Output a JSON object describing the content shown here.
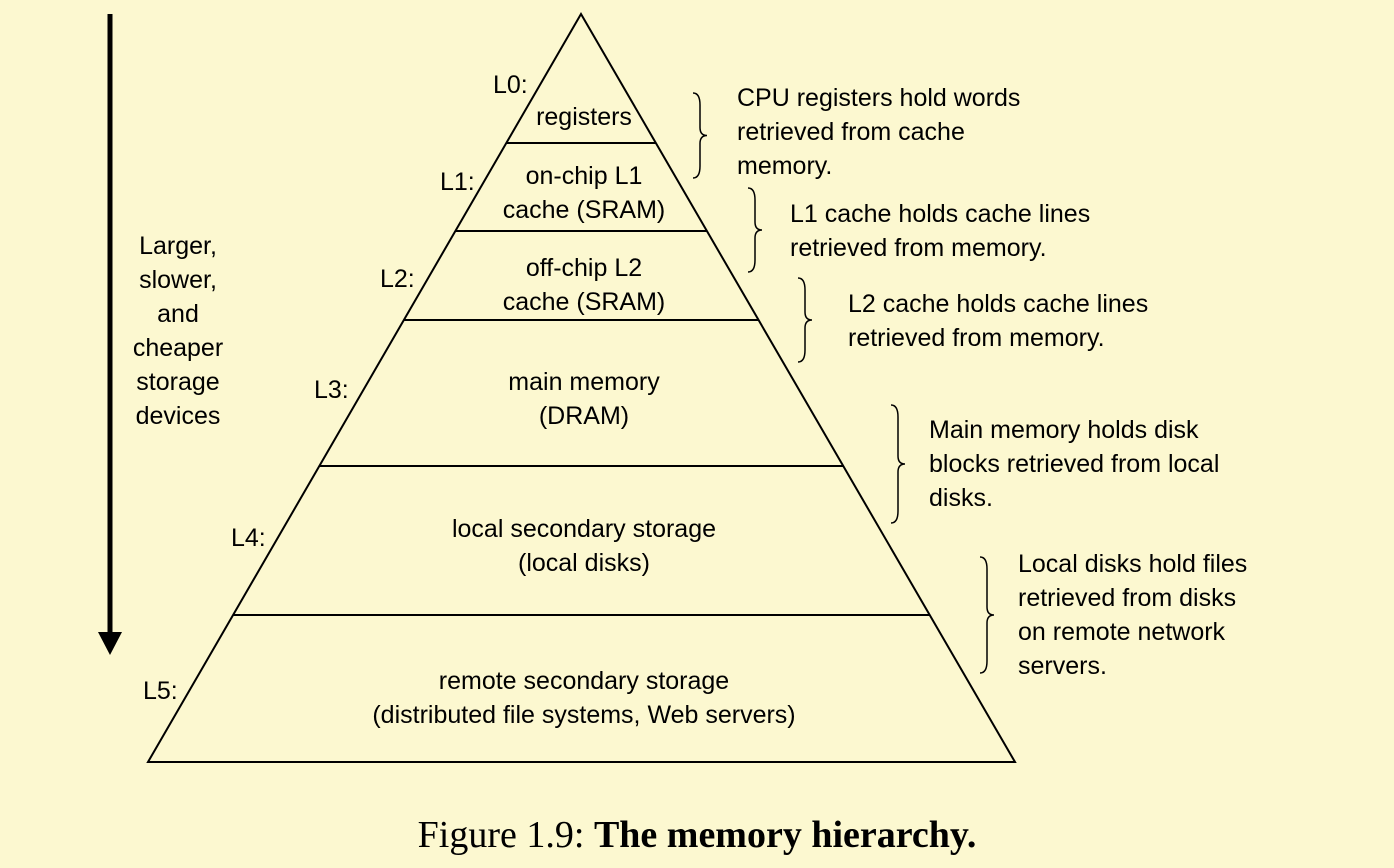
{
  "colors": {
    "background": "#fcf8d0",
    "ink": "#000000"
  },
  "arrow": {
    "label_lines": [
      "Larger,",
      "slower,",
      "and",
      "cheaper",
      "storage",
      "devices"
    ]
  },
  "levels": [
    {
      "label": "L0:",
      "name_lines": [
        "registers"
      ],
      "note_lines": [
        "CPU registers hold words",
        "retrieved from cache",
        "memory."
      ]
    },
    {
      "label": "L1:",
      "name_lines": [
        "on-chip L1",
        "cache (SRAM)"
      ],
      "note_lines": [
        "L1 cache holds cache lines",
        "retrieved from memory."
      ]
    },
    {
      "label": "L2:",
      "name_lines": [
        "off-chip L2",
        "cache (SRAM)"
      ],
      "note_lines": [
        "L2 cache holds cache lines",
        "retrieved from memory."
      ]
    },
    {
      "label": "L3:",
      "name_lines": [
        "main memory",
        "(DRAM)"
      ],
      "note_lines": [
        "Main memory holds disk",
        "blocks retrieved from local",
        "disks."
      ]
    },
    {
      "label": "L4:",
      "name_lines": [
        "local secondary storage",
        "(local disks)"
      ],
      "note_lines": [
        "Local disks hold files",
        "retrieved from disks",
        "on remote network",
        "servers."
      ]
    },
    {
      "label": "L5:",
      "name_lines": [
        "remote secondary storage",
        "(distributed file systems, Web servers)"
      ],
      "note_lines": []
    }
  ],
  "caption": {
    "prefix": "Figure 1.9:",
    "title": "The memory hierarchy."
  }
}
